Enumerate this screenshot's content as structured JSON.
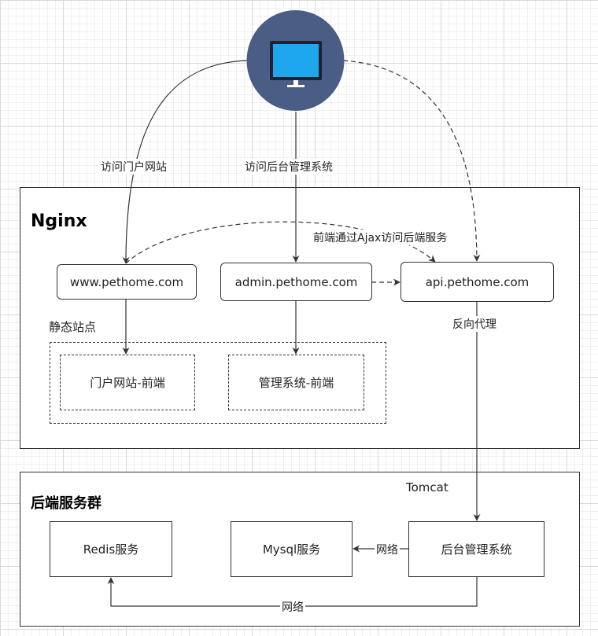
{
  "groups": {
    "nginx": {
      "title": "Nginx"
    },
    "backend": {
      "title": "后端服务群"
    }
  },
  "static_site": {
    "title": "静态站点"
  },
  "nodes": {
    "www": "www.pethome.com",
    "admin": "admin.pethome.com",
    "api": "api.pethome.com",
    "portal_frontend": "门户网站-前端",
    "admin_frontend": "管理系统-前端",
    "redis": "Redis服务",
    "mysql": "Mysql服务",
    "backend_admin": "后台管理系统"
  },
  "edge_labels": {
    "visit_portal": "访问门户网站",
    "visit_admin": "访问后台管理系统",
    "ajax": "前端通过Ajax访问后端服务",
    "reverse_proxy": "反向代理",
    "tomcat": "Tomcat",
    "network_mysql": "网络",
    "network_redis": "网络"
  },
  "icons": {
    "computer": "computer-monitor-icon"
  },
  "colors": {
    "computer_circle": "#4a5d85",
    "monitor_screen": "#1ea7ec",
    "monitor_frame": "#1a2233",
    "line": "#333333"
  }
}
